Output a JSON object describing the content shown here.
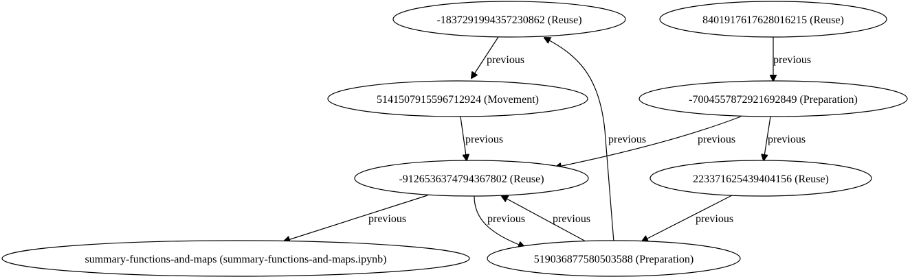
{
  "diagram": {
    "nodes": [
      {
        "id": "n1",
        "label": "-1837291994357230862 (Reuse)"
      },
      {
        "id": "n2",
        "label": "8401917617628016215 (Reuse)"
      },
      {
        "id": "n3",
        "label": "5141507915596712924 (Movement)"
      },
      {
        "id": "n4",
        "label": "-7004557872921692849 (Preparation)"
      },
      {
        "id": "n5",
        "label": "-9126536374794367802 (Reuse)"
      },
      {
        "id": "n6",
        "label": "223371625439404156 (Reuse)"
      },
      {
        "id": "n7",
        "label": "summary-functions-and-maps (summary-functions-and-maps.ipynb)"
      },
      {
        "id": "n8",
        "label": "519036877580503588 (Preparation)"
      }
    ],
    "edges": [
      {
        "id": "e1",
        "from": "n1",
        "to": "n3",
        "label": "previous"
      },
      {
        "id": "e2",
        "from": "n2",
        "to": "n4",
        "label": "previous"
      },
      {
        "id": "e3",
        "from": "n3",
        "to": "n5",
        "label": "previous"
      },
      {
        "id": "e4",
        "from": "n8",
        "to": "n1",
        "label": "previous"
      },
      {
        "id": "e5",
        "from": "n4",
        "to": "n5",
        "label": "previous"
      },
      {
        "id": "e6",
        "from": "n4",
        "to": "n6",
        "label": "previous"
      },
      {
        "id": "e7",
        "from": "n5",
        "to": "n7",
        "label": "previous"
      },
      {
        "id": "e8",
        "from": "n5",
        "to": "n8",
        "label": "previous"
      },
      {
        "id": "e9",
        "from": "n8",
        "to": "n5",
        "label": "previous"
      },
      {
        "id": "e10",
        "from": "n6",
        "to": "n8",
        "label": "previous"
      }
    ]
  }
}
